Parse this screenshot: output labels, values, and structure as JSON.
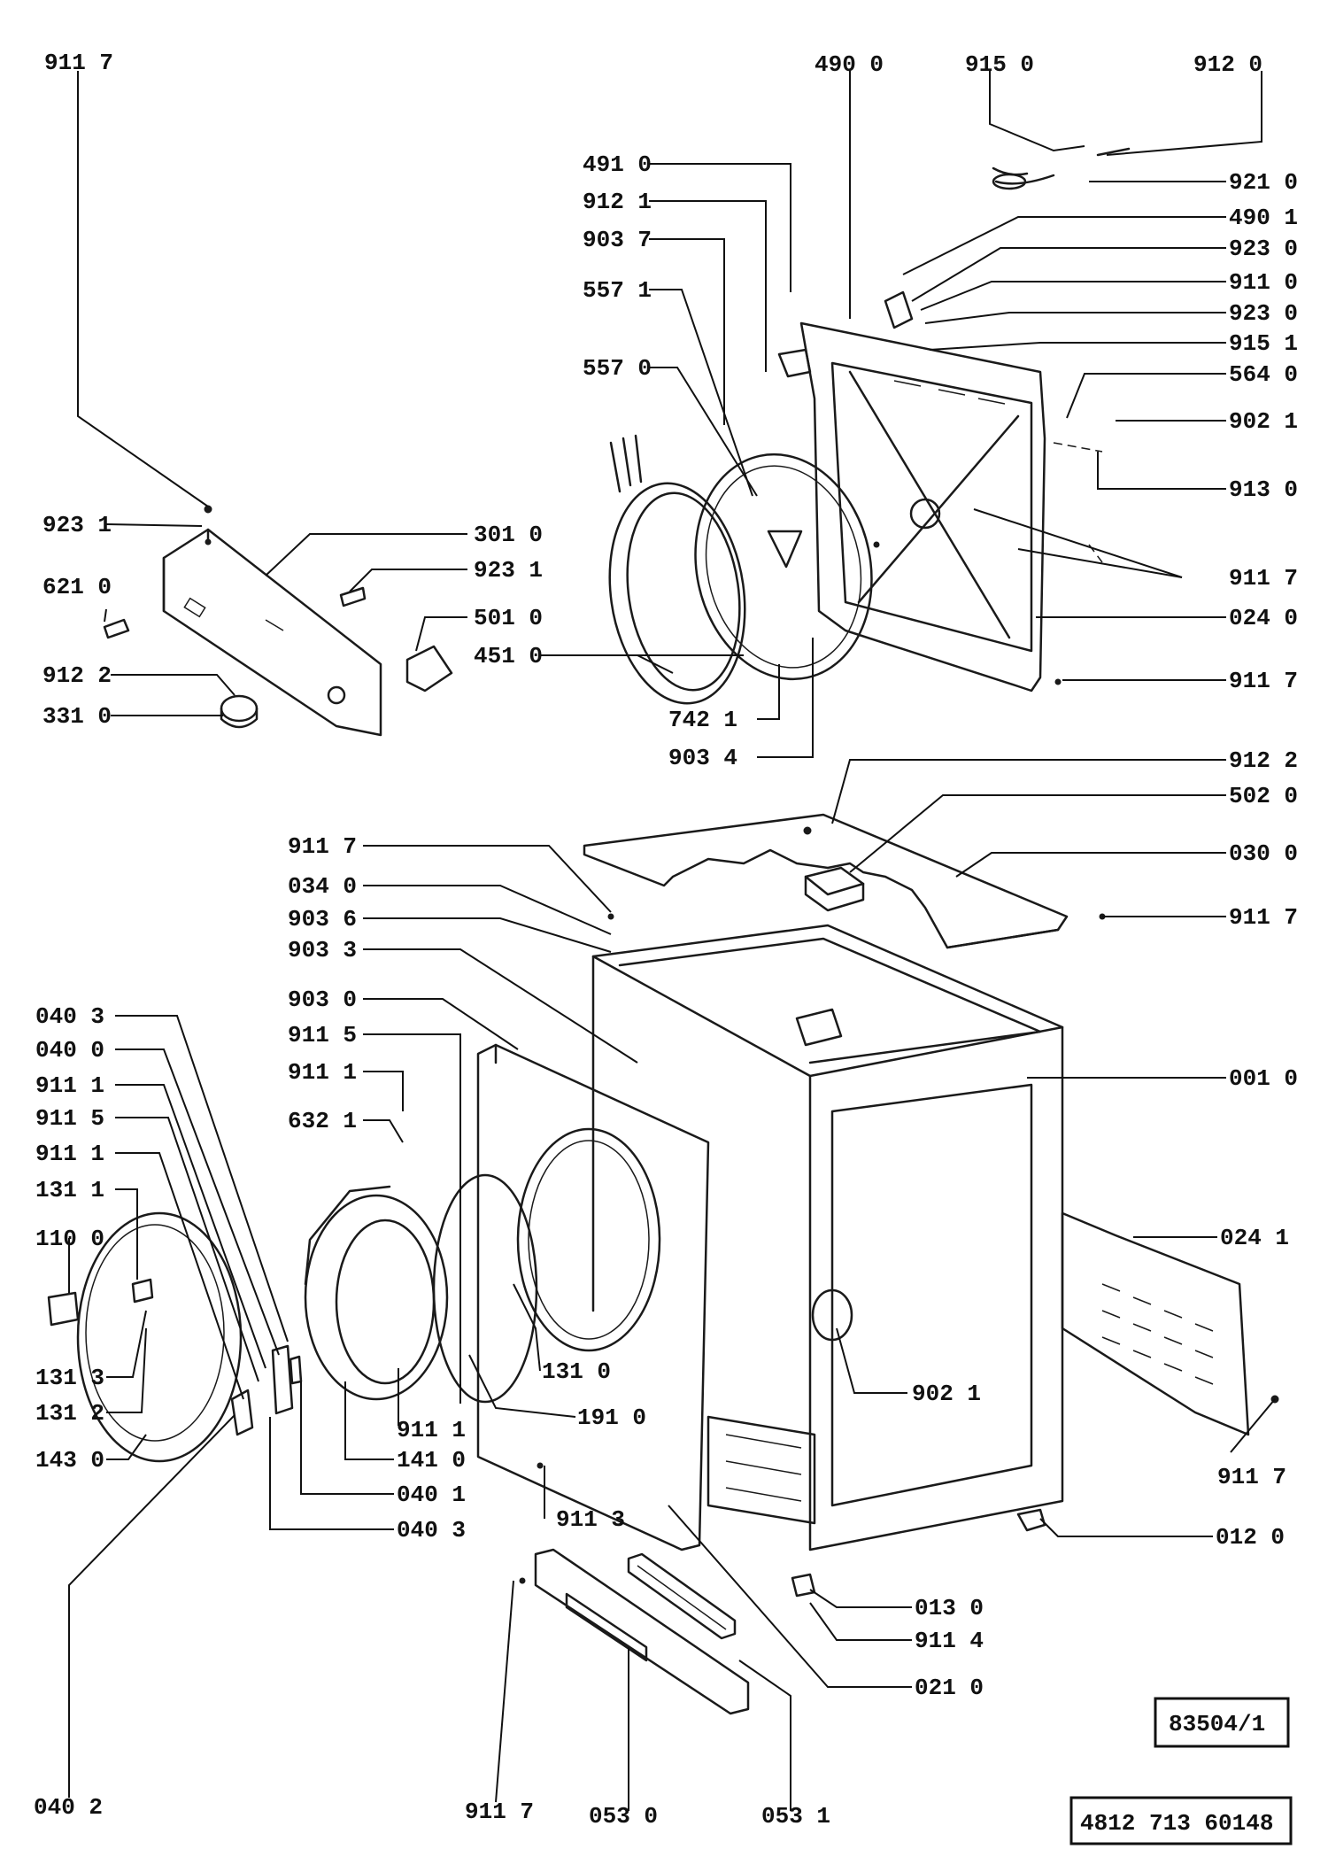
{
  "diagram": {
    "labels": [
      "911 7",
      "923 1",
      "301 0",
      "621 0",
      "923 1",
      "501 0",
      "912 2",
      "451 0",
      "331 0",
      "490 0",
      "915 0",
      "912 0",
      "491 0",
      "921 0",
      "912 1",
      "490 1",
      "903 7",
      "923 0",
      "557 1",
      "911 0",
      "923 0",
      "915 1",
      "557 0",
      "564 0",
      "902 1",
      "913 0",
      "911 7",
      "024 0",
      "911 7",
      "742 1",
      "903 4",
      "912 2",
      "502 0",
      "911 7",
      "030 0",
      "034 0",
      "911 7",
      "903 6",
      "903 3",
      "903 0",
      "040 3",
      "001 0",
      "911 5",
      "040 0",
      "911 1",
      "911 1",
      "911 5",
      "632 1",
      "911 1",
      "131 1",
      "024 1",
      "110 0",
      "131 0",
      "131 3",
      "902 1",
      "191 0",
      "131 2",
      "911 1",
      "911 7",
      "143 0",
      "141 0",
      "040 1",
      "911 3",
      "040 3",
      "012 0",
      "013 0",
      "911 4",
      "021 0",
      "040 2",
      "911 7",
      "053 0",
      "053 1"
    ],
    "drawing_number": "83504/1",
    "part_number": "4812 713 60148"
  }
}
